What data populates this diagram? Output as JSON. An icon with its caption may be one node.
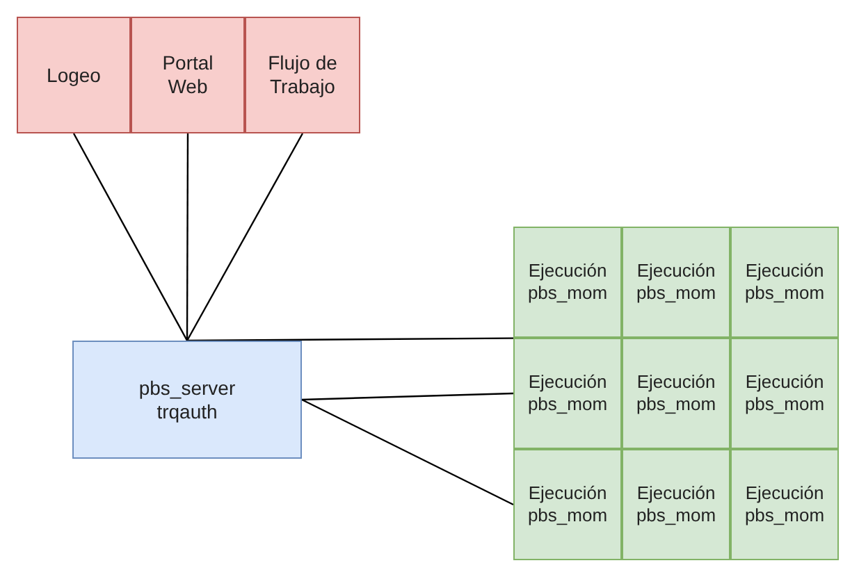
{
  "diagram": {
    "nodes": [
      {
        "text": [
          "Logeo"
        ]
      },
      {
        "text": [
          "Portal Web"
        ]
      },
      {
        "text": [
          "Flujo de Trabajo"
        ]
      },
      {
        "text": [
          "pbs_server trqauth"
        ]
      },
      {
        "text": [
          "Ejecución pbs_mom"
        ]
      },
      {
        "text": [
          "Ejecución pbs_mom"
        ]
      },
      {
        "text": [
          "Ejecución pbs_mom"
        ]
      },
      {
        "text": [
          "Ejecución pbs_mom"
        ]
      },
      {
        "text": [
          "Ejecución pbs_mom"
        ]
      },
      {
        "text": [
          "Ejecución pbs_mom"
        ]
      },
      {
        "text": [
          "Ejecución pbs_mom"
        ]
      },
      {
        "text": [
          "Ejecución pbs_mom"
        ]
      },
      {
        "text": [
          "Ejecución pbs_mom"
        ]
      }
    ],
    "edges": [
      {
        "from": 0,
        "to": 3,
        "arrow": "none"
      },
      {
        "from": 1,
        "to": 3,
        "arrow": "none"
      },
      {
        "from": 2,
        "to": 3,
        "arrow": "none"
      },
      {
        "from": 3,
        "to": 4,
        "arrow": "none"
      },
      {
        "from": 3,
        "to": 7,
        "arrow": "none"
      },
      {
        "from": 3,
        "to": 10,
        "arrow": "none"
      }
    ]
  }
}
